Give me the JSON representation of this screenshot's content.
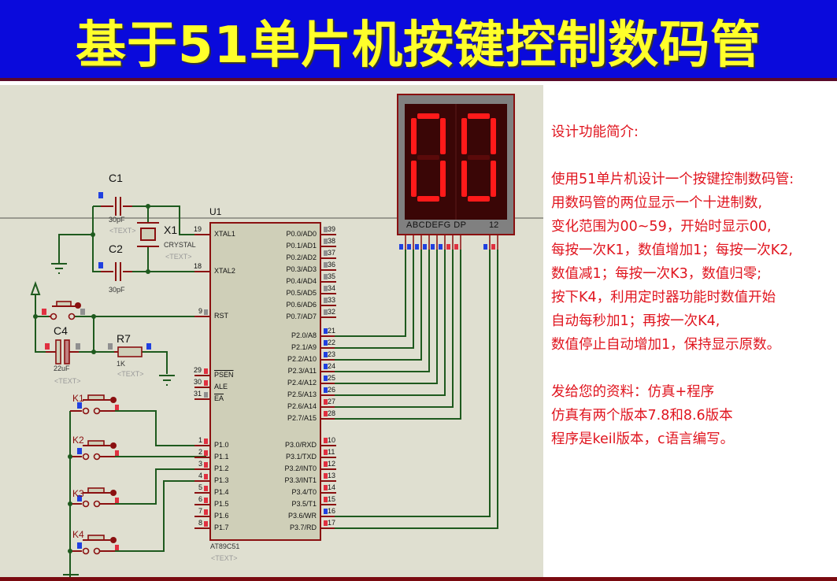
{
  "banner": {
    "title": "基于51单片机按键控制数码管"
  },
  "description": {
    "heading": "设计功能简介:",
    "paragraph1": [
      "使用51单片机设计一个按键控制数码管:",
      "用数码管的两位显示一个十进制数,",
      "变化范围为00~59，开始时显示00,",
      "每按一次K1，数值增加1；每按一次K2,",
      "数值减1；每按一次K3，数值归零;",
      "按下K4，利用定时器功能时数值开始",
      "自动每秒加1；再按一次K4,",
      "数值停止自动增加1，保持显示原数。"
    ],
    "paragraph2": [
      "发给您的资料：仿真+程序",
      "仿真有两个版本7.8和8.6版本",
      "程序是keil版本，c语言编写。"
    ]
  },
  "schematic": {
    "display": {
      "digits": "00",
      "pin_label_segments": "ABCDEFG DP",
      "pin_label_common": "12"
    },
    "mcu": {
      "ref": "U1",
      "part": "AT89C51",
      "text_placeholder": "<TEXT>",
      "left_pins": [
        {
          "num": "19",
          "name": "XTAL1"
        },
        {
          "num": "18",
          "name": "XTAL2"
        },
        {
          "num": "9",
          "name": "RST"
        },
        {
          "num": "29",
          "name": "PSEN"
        },
        {
          "num": "30",
          "name": "ALE"
        },
        {
          "num": "31",
          "name": "EA"
        },
        {
          "num": "1",
          "name": "P1.0"
        },
        {
          "num": "2",
          "name": "P1.1"
        },
        {
          "num": "3",
          "name": "P1.2"
        },
        {
          "num": "4",
          "name": "P1.3"
        },
        {
          "num": "5",
          "name": "P1.4"
        },
        {
          "num": "6",
          "name": "P1.5"
        },
        {
          "num": "7",
          "name": "P1.6"
        },
        {
          "num": "8",
          "name": "P1.7"
        }
      ],
      "right_pins": [
        {
          "num": "39",
          "name": "P0.0/AD0"
        },
        {
          "num": "38",
          "name": "P0.1/AD1"
        },
        {
          "num": "37",
          "name": "P0.2/AD2"
        },
        {
          "num": "36",
          "name": "P0.3/AD3"
        },
        {
          "num": "35",
          "name": "P0.4/AD4"
        },
        {
          "num": "34",
          "name": "P0.5/AD5"
        },
        {
          "num": "33",
          "name": "P0.6/AD6"
        },
        {
          "num": "32",
          "name": "P0.7/AD7"
        },
        {
          "num": "21",
          "name": "P2.0/A8"
        },
        {
          "num": "22",
          "name": "P2.1/A9"
        },
        {
          "num": "23",
          "name": "P2.2/A10"
        },
        {
          "num": "24",
          "name": "P2.3/A11"
        },
        {
          "num": "25",
          "name": "P2.4/A12"
        },
        {
          "num": "26",
          "name": "P2.5/A13"
        },
        {
          "num": "27",
          "name": "P2.6/A14"
        },
        {
          "num": "28",
          "name": "P2.7/A15"
        },
        {
          "num": "10",
          "name": "P3.0/RXD"
        },
        {
          "num": "11",
          "name": "P3.1/TXD"
        },
        {
          "num": "12",
          "name": "P3.2/INT0"
        },
        {
          "num": "13",
          "name": "P3.3/INT1"
        },
        {
          "num": "14",
          "name": "P3.4/T0"
        },
        {
          "num": "15",
          "name": "P3.5/T1"
        },
        {
          "num": "16",
          "name": "P3.6/WR"
        },
        {
          "num": "17",
          "name": "P3.7/RD"
        }
      ]
    },
    "components": {
      "c1": {
        "ref": "C1",
        "value": "30pF",
        "text": "<TEXT>"
      },
      "c2": {
        "ref": "C2",
        "value": "30pF"
      },
      "x1": {
        "ref": "X1",
        "value": "CRYSTAL",
        "text": "<TEXT>"
      },
      "c4": {
        "ref": "C4",
        "value": "22uF",
        "text": "<TEXT>"
      },
      "r7": {
        "ref": "R7",
        "value": "1K",
        "text": "<TEXT>"
      },
      "k1": {
        "ref": "K1"
      },
      "k2": {
        "ref": "K2"
      },
      "k3": {
        "ref": "K3"
      },
      "k4": {
        "ref": "K4"
      }
    },
    "colors": {
      "background": "#dfdfd0",
      "wire": "#1e5a1e",
      "component": "#8a1010",
      "pin_high": "#e03040",
      "pin_low": "#2040e0",
      "pin_float": "#909090",
      "segment_on": "#ff1a1a",
      "segment_off": "#5a0a0a"
    }
  }
}
